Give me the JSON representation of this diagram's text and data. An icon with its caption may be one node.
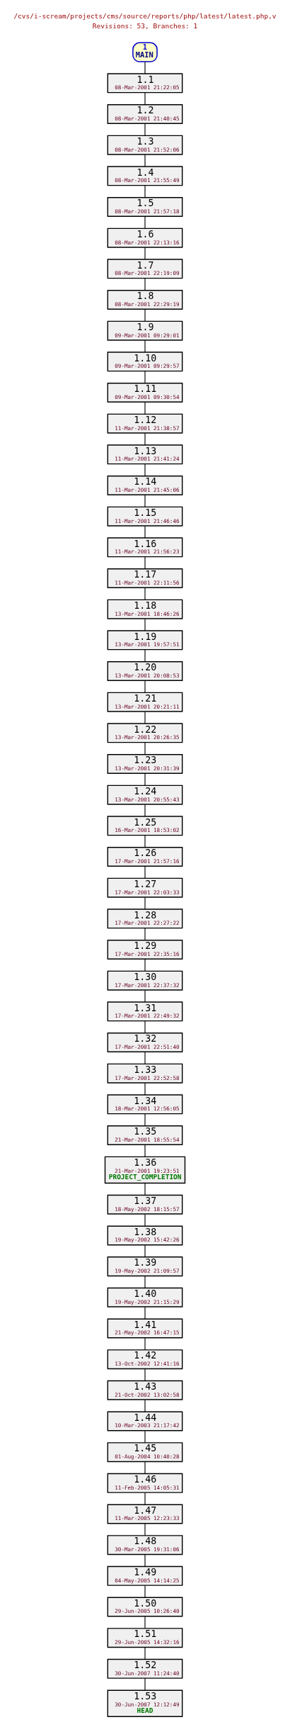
{
  "diagram": {
    "title": "/cvs/i-scream/projects/cms/source/reports/php/latest/latest.php,v",
    "nodes": [
      {
        "text": [
          "1",
          "MAIN"
        ]
      },
      {
        "text": [
          "1.1",
          "08-Mar-2001 21:22:05"
        ]
      },
      {
        "text": [
          "1.2",
          "08-Mar-2001 21:40:45"
        ]
      },
      {
        "text": [
          "1.3",
          "08-Mar-2001 21:52:06"
        ]
      },
      {
        "text": [
          "1.4",
          "08-Mar-2001 21:55:49"
        ]
      },
      {
        "text": [
          "1.5",
          "08-Mar-2001 21:57:18"
        ]
      },
      {
        "text": [
          "1.6",
          "08-Mar-2001 22:13:16"
        ]
      },
      {
        "text": [
          "1.7",
          "08-Mar-2001 22:19:09"
        ]
      },
      {
        "text": [
          "1.8",
          "08-Mar-2001 22:29:19"
        ]
      },
      {
        "text": [
          "1.9",
          "09-Mar-2001 09:29:01"
        ]
      },
      {
        "text": [
          "1.10",
          "09-Mar-2001 09:29:57"
        ]
      },
      {
        "text": [
          "1.11",
          "09-Mar-2001 09:30:54"
        ]
      },
      {
        "text": [
          "1.12",
          "11-Mar-2001 21:38:57"
        ]
      },
      {
        "text": [
          "1.13",
          "11-Mar-2001 21:41:24"
        ]
      },
      {
        "text": [
          "1.14",
          "11-Mar-2001 21:45:06"
        ]
      },
      {
        "text": [
          "1.15",
          "11-Mar-2001 21:46:46"
        ]
      },
      {
        "text": [
          "1.16",
          "11-Mar-2001 21:56:23"
        ]
      },
      {
        "text": [
          "1.17",
          "11-Mar-2001 22:11:56"
        ]
      },
      {
        "text": [
          "1.18",
          "13-Mar-2001 18:46:26"
        ]
      },
      {
        "text": [
          "1.19",
          "13-Mar-2001 19:57:51"
        ]
      },
      {
        "text": [
          "1.20",
          "13-Mar-2001 20:08:53"
        ]
      },
      {
        "text": [
          "1.21",
          "13-Mar-2001 20:21:11"
        ]
      },
      {
        "text": [
          "1.22",
          "13-Mar-2001 20:26:35"
        ]
      },
      {
        "text": [
          "1.23",
          "13-Mar-2001 20:31:39"
        ]
      },
      {
        "text": [
          "1.24",
          "13-Mar-2001 20:55:43"
        ]
      },
      {
        "text": [
          "1.25",
          "16-Mar-2001 18:53:02"
        ]
      },
      {
        "text": [
          "1.26",
          "17-Mar-2001 21:57:16"
        ]
      },
      {
        "text": [
          "1.27",
          "17-Mar-2001 22:03:33"
        ]
      },
      {
        "text": [
          "1.28",
          "17-Mar-2001 22:27:22"
        ]
      },
      {
        "text": [
          "1.29",
          "17-Mar-2001 22:35:16"
        ]
      },
      {
        "text": [
          "1.30",
          "17-Mar-2001 22:37:32"
        ]
      },
      {
        "text": [
          "1.31",
          "17-Mar-2001 22:49:32"
        ]
      },
      {
        "text": [
          "1.32",
          "17-Mar-2001 22:51:40"
        ]
      },
      {
        "text": [
          "1.33",
          "17-Mar-2001 22:52:58"
        ]
      },
      {
        "text": [
          "1.34",
          "18-Mar-2001 12:56:05"
        ]
      },
      {
        "text": [
          "1.35",
          "21-Mar-2001 18:55:54"
        ]
      },
      {
        "text": [
          "1.36",
          "21-Mar-2001 19:23:51",
          "PROJECT_COMPLETION"
        ]
      },
      {
        "text": [
          "1.37",
          "18-May-2002 18:15:57"
        ]
      },
      {
        "text": [
          "1.38",
          "19-May-2002 15:42:26"
        ]
      },
      {
        "text": [
          "1.39",
          "19-May-2002 21:09:57"
        ]
      },
      {
        "text": [
          "1.40",
          "19-May-2002 21:15:29"
        ]
      },
      {
        "text": [
          "1.41",
          "21-May-2002 16:47:15"
        ]
      },
      {
        "text": [
          "1.42",
          "13-Oct-2002 12:41:16"
        ]
      },
      {
        "text": [
          "1.43",
          "21-Oct-2002 13:02:58"
        ]
      },
      {
        "text": [
          "1.44",
          "10-Mar-2003 21:17:42"
        ]
      },
      {
        "text": [
          "1.45",
          "01-Aug-2004 10:40:28"
        ]
      },
      {
        "text": [
          "1.46",
          "11-Feb-2005 14:05:31"
        ]
      },
      {
        "text": [
          "1.47",
          "11-Mar-2005 12:23:33"
        ]
      },
      {
        "text": [
          "1.48",
          "30-Mar-2005 19:31:06"
        ]
      },
      {
        "text": [
          "1.49",
          "04-May-2005 14:14:25"
        ]
      },
      {
        "text": [
          "1.50",
          "29-Jun-2005 10:26:40"
        ]
      },
      {
        "text": [
          "1.51",
          "29-Jun-2005 14:32:16"
        ]
      },
      {
        "text": [
          "1.52",
          "30-Jun-2007 11:24:40"
        ]
      },
      {
        "text": [
          "1.53",
          "30-Jun-2007 12:12:49",
          "HEAD"
        ]
      }
    ],
    "edges": [
      {
        "from": 0,
        "to": 1,
        "arrow": "none"
      },
      {
        "from": 1,
        "to": 2,
        "arrow": "none"
      },
      {
        "from": 2,
        "to": 3,
        "arrow": "none"
      },
      {
        "from": 3,
        "to": 4,
        "arrow": "none"
      },
      {
        "from": 4,
        "to": 5,
        "arrow": "none"
      },
      {
        "from": 5,
        "to": 6,
        "arrow": "none"
      },
      {
        "from": 6,
        "to": 7,
        "arrow": "none"
      },
      {
        "from": 7,
        "to": 8,
        "arrow": "none"
      },
      {
        "from": 8,
        "to": 9,
        "arrow": "none"
      },
      {
        "from": 9,
        "to": 10,
        "arrow": "none"
      },
      {
        "from": 10,
        "to": 11,
        "arrow": "none"
      },
      {
        "from": 11,
        "to": 12,
        "arrow": "none"
      },
      {
        "from": 12,
        "to": 13,
        "arrow": "none"
      },
      {
        "from": 13,
        "to": 14,
        "arrow": "none"
      },
      {
        "from": 14,
        "to": 15,
        "arrow": "none"
      },
      {
        "from": 15,
        "to": 16,
        "arrow": "none"
      },
      {
        "from": 16,
        "to": 17,
        "arrow": "none"
      },
      {
        "from": 17,
        "to": 18,
        "arrow": "none"
      },
      {
        "from": 18,
        "to": 19,
        "arrow": "none"
      },
      {
        "from": 19,
        "to": 20,
        "arrow": "none"
      },
      {
        "from": 20,
        "to": 21,
        "arrow": "none"
      },
      {
        "from": 21,
        "to": 22,
        "arrow": "none"
      },
      {
        "from": 22,
        "to": 23,
        "arrow": "none"
      },
      {
        "from": 23,
        "to": 24,
        "arrow": "none"
      },
      {
        "from": 24,
        "to": 25,
        "arrow": "none"
      },
      {
        "from": 25,
        "to": 26,
        "arrow": "none"
      },
      {
        "from": 26,
        "to": 27,
        "arrow": "none"
      },
      {
        "from": 27,
        "to": 28,
        "arrow": "none"
      },
      {
        "from": 28,
        "to": 29,
        "arrow": "none"
      },
      {
        "from": 29,
        "to": 30,
        "arrow": "none"
      },
      {
        "from": 30,
        "to": 31,
        "arrow": "none"
      },
      {
        "from": 31,
        "to": 32,
        "arrow": "none"
      },
      {
        "from": 32,
        "to": 33,
        "arrow": "none"
      },
      {
        "from": 33,
        "to": 34,
        "arrow": "none"
      },
      {
        "from": 34,
        "to": 35,
        "arrow": "none"
      },
      {
        "from": 35,
        "to": 36,
        "arrow": "none"
      },
      {
        "from": 36,
        "to": 37,
        "arrow": "none"
      },
      {
        "from": 37,
        "to": 38,
        "arrow": "none"
      },
      {
        "from": 38,
        "to": 39,
        "arrow": "none"
      },
      {
        "from": 39,
        "to": 40,
        "arrow": "none"
      },
      {
        "from": 40,
        "to": 41,
        "arrow": "none"
      },
      {
        "from": 41,
        "to": 42,
        "arrow": "none"
      },
      {
        "from": 42,
        "to": 43,
        "arrow": "none"
      },
      {
        "from": 43,
        "to": 44,
        "arrow": "none"
      },
      {
        "from": 44,
        "to": 45,
        "arrow": "none"
      },
      {
        "from": 45,
        "to": 46,
        "arrow": "none"
      },
      {
        "from": 46,
        "to": 47,
        "arrow": "none"
      },
      {
        "from": 47,
        "to": 48,
        "arrow": "none"
      },
      {
        "from": 48,
        "to": 49,
        "arrow": "none"
      },
      {
        "from": 49,
        "to": 50,
        "arrow": "none"
      },
      {
        "from": 50,
        "to": 51,
        "arrow": "none"
      },
      {
        "from": 51,
        "to": 52,
        "arrow": "none"
      },
      {
        "from": 52,
        "to": 53,
        "arrow": "none"
      }
    ],
    "labels": [
      "Revisions: 53, Branches: 1"
    ]
  }
}
